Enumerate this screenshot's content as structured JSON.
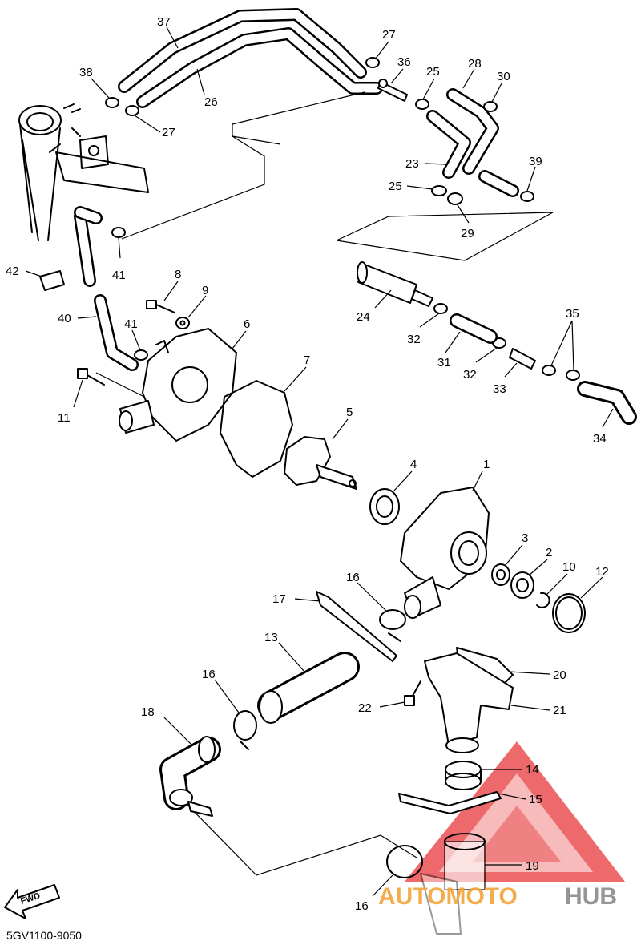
{
  "diagram": {
    "part_code": "5GV1100-9050",
    "fwd_label": "FWD",
    "callouts": [
      "1",
      "2",
      "3",
      "4",
      "5",
      "6",
      "7",
      "8",
      "9",
      "10",
      "11",
      "12",
      "13",
      "14",
      "15",
      "16",
      "16",
      "16",
      "17",
      "18",
      "19",
      "20",
      "21",
      "22",
      "23",
      "24",
      "25",
      "25",
      "26",
      "27",
      "27",
      "28",
      "29",
      "30",
      "31",
      "32",
      "32",
      "33",
      "34",
      "35",
      "36",
      "37",
      "38",
      "39",
      "40",
      "41",
      "41",
      "42"
    ]
  },
  "watermark": {
    "brand_part1": "AUTOMOTO",
    "brand_part2": "HUB",
    "color_primary": "#f3a43a",
    "color_secondary": "#8a8a8a",
    "triangle_color": "#e8383a"
  }
}
